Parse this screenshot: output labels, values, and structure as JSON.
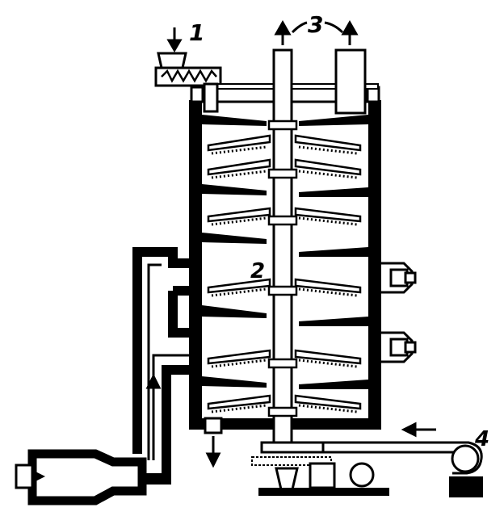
{
  "labels": {
    "label_1": "1",
    "label_2": "2",
    "label_3": "3",
    "label_4": "4"
  },
  "colors": {
    "ink": "#000000",
    "paper": "#ffffff"
  },
  "icons": [
    "arrow-down-icon",
    "arrow-up-icon",
    "arrow-left-icon"
  ]
}
